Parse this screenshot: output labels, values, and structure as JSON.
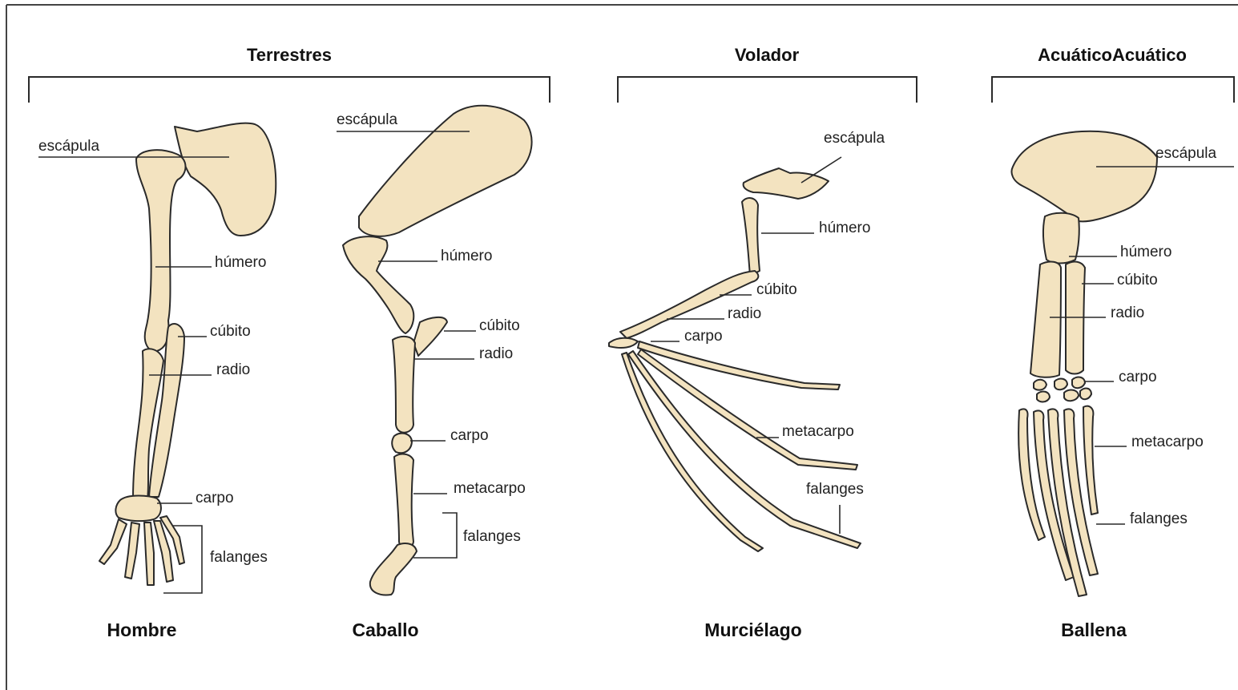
{
  "groups": {
    "terrestrial": "Terrestres",
    "flying": "Volador",
    "aquatic": "AcuáticoAcuático"
  },
  "species": {
    "human": {
      "name": "Hombre",
      "labels": {
        "scapula": "escápula",
        "humerus": "húmero",
        "ulna": "cúbito",
        "radius": "radio",
        "carpus": "carpo",
        "phalanges": "falanges"
      }
    },
    "horse": {
      "name": "Caballo",
      "labels": {
        "scapula": "escápula",
        "humerus": "húmero",
        "ulna": "cúbito",
        "radius": "radio",
        "carpus": "carpo",
        "metacarpus": "metacarpo",
        "phalanges": "falanges"
      }
    },
    "bat": {
      "name": "Murciélago",
      "labels": {
        "scapula": "escápula",
        "humerus": "húmero",
        "ulna": "cúbito",
        "radius": "radio",
        "carpus": "carpo",
        "metacarpus": "metacarpo",
        "phalanges": "falanges"
      }
    },
    "whale": {
      "name": "Ballena",
      "labels": {
        "scapula": "escápula",
        "humerus": "húmero",
        "ulna": "cúbito",
        "radius": "radio",
        "carpus": "carpo",
        "metacarpus": "metacarpo",
        "phalanges": "falanges"
      }
    }
  },
  "colors": {
    "bone": "#f3e3c0",
    "outline": "#2a2a2a",
    "frame": "#444444"
  }
}
